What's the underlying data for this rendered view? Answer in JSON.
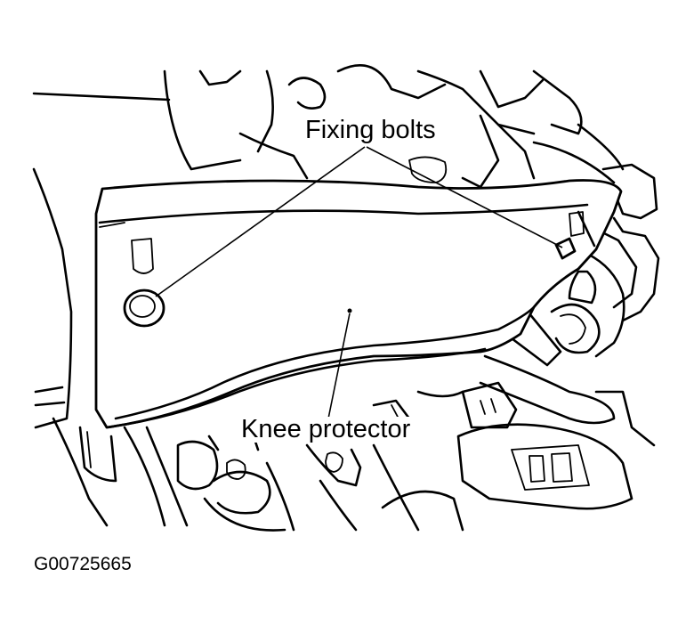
{
  "labels": {
    "fixing_bolts": "Fixing bolts",
    "knee_protector": "Knee protector"
  },
  "figure_id": "G00725665"
}
